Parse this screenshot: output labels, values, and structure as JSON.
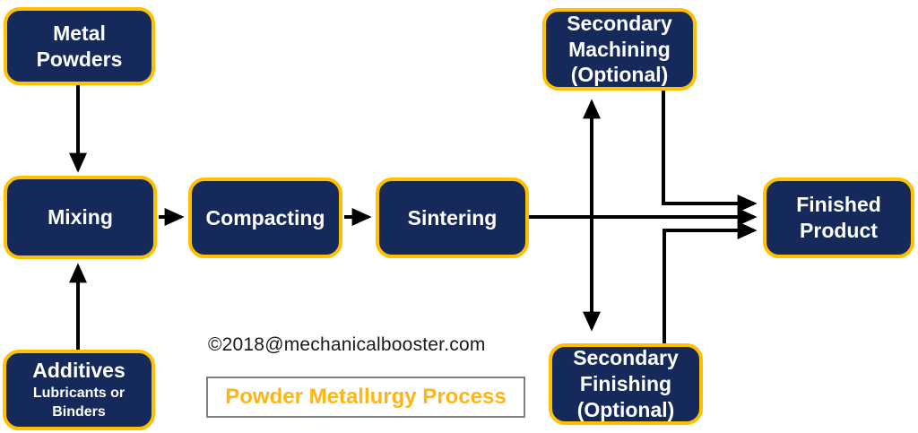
{
  "diagram": {
    "title": "Powder Metallurgy Process",
    "copyright": "©2018@mechanicalbooster.com",
    "colors": {
      "background": "#FFFFFF",
      "box_fill": "#15295B",
      "box_border": "#FFC000",
      "box_text": "#FFFFFF",
      "arrow": "#000000",
      "title_text": "#FFB612",
      "title_box_border": "#808080"
    },
    "nodes": {
      "metal_powders": {
        "line1": "Metal",
        "line2": "Powders"
      },
      "mixing": {
        "line1": "Mixing"
      },
      "additives": {
        "line1": "Additives",
        "line2": "Lubricants or",
        "line3": "Binders"
      },
      "compacting": {
        "line1": "Compacting"
      },
      "sintering": {
        "line1": "Sintering"
      },
      "secondary_machining": {
        "line1": "Secondary",
        "line2": "Machining",
        "line3": "(Optional)"
      },
      "finished_product": {
        "line1": "Finished",
        "line2": "Product"
      },
      "secondary_finishing": {
        "line1": "Secondary",
        "line2": "Finishing",
        "line3": "(Optional)"
      }
    },
    "edges": [
      {
        "from": "Metal Powders",
        "to": "Mixing"
      },
      {
        "from": "Additives (Lubricants or Binders)",
        "to": "Mixing"
      },
      {
        "from": "Mixing",
        "to": "Compacting"
      },
      {
        "from": "Compacting",
        "to": "Sintering"
      },
      {
        "from": "Sintering",
        "to": "Finished Product"
      },
      {
        "from": "Sintering",
        "to": "Secondary Machining (Optional)"
      },
      {
        "from": "Sintering",
        "to": "Secondary Finishing (Optional)"
      },
      {
        "from": "Secondary Machining (Optional)",
        "to": "Finished Product"
      },
      {
        "from": "Secondary Finishing (Optional)",
        "to": "Finished Product"
      }
    ]
  }
}
